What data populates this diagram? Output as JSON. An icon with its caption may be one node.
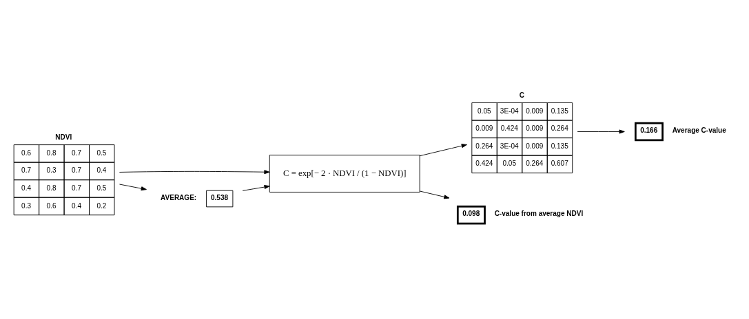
{
  "diagram": {
    "nodes": [
      {
        "text": [
          "NDVI",
          "0.6",
          "0.8",
          "0.7",
          "0.5",
          "0.7",
          "0.3",
          "0.7",
          "0.4",
          "0.4",
          "0.8",
          "0.7",
          "0.5",
          "0.3",
          "0.6",
          "0.4",
          "0.2"
        ]
      },
      {
        "text": [
          "C",
          "0.05",
          "3E-04",
          "0.009",
          "0.135",
          "0.009",
          "0.424",
          "0.009",
          "0.264",
          "0.264",
          "3E-04",
          "0.009",
          "0.135",
          "0.424",
          "0.05",
          "0.264",
          "0.607"
        ]
      },
      {
        "text": [
          "C = exp[− 2 · NDVI / (1 − NDVI)]"
        ]
      },
      {
        "text": [
          "0.538"
        ],
        "beside": [
          "AVERAGE:"
        ]
      },
      {
        "text": [
          "0.166"
        ],
        "beside": [
          "Average C-value"
        ]
      },
      {
        "text": [
          "0.098"
        ],
        "beside": [
          "C-value from average NDVI"
        ]
      }
    ],
    "edges": [
      {
        "from": 0,
        "to": 2,
        "arrow": "to"
      },
      {
        "from": 0,
        "to": 3,
        "arrow": "to"
      },
      {
        "from": 3,
        "to": 2,
        "arrow": "to"
      },
      {
        "from": 2,
        "to": 1,
        "arrow": "to"
      },
      {
        "from": 1,
        "to": 4,
        "arrow": "to"
      },
      {
        "from": 2,
        "to": 5,
        "arrow": "to"
      }
    ]
  }
}
